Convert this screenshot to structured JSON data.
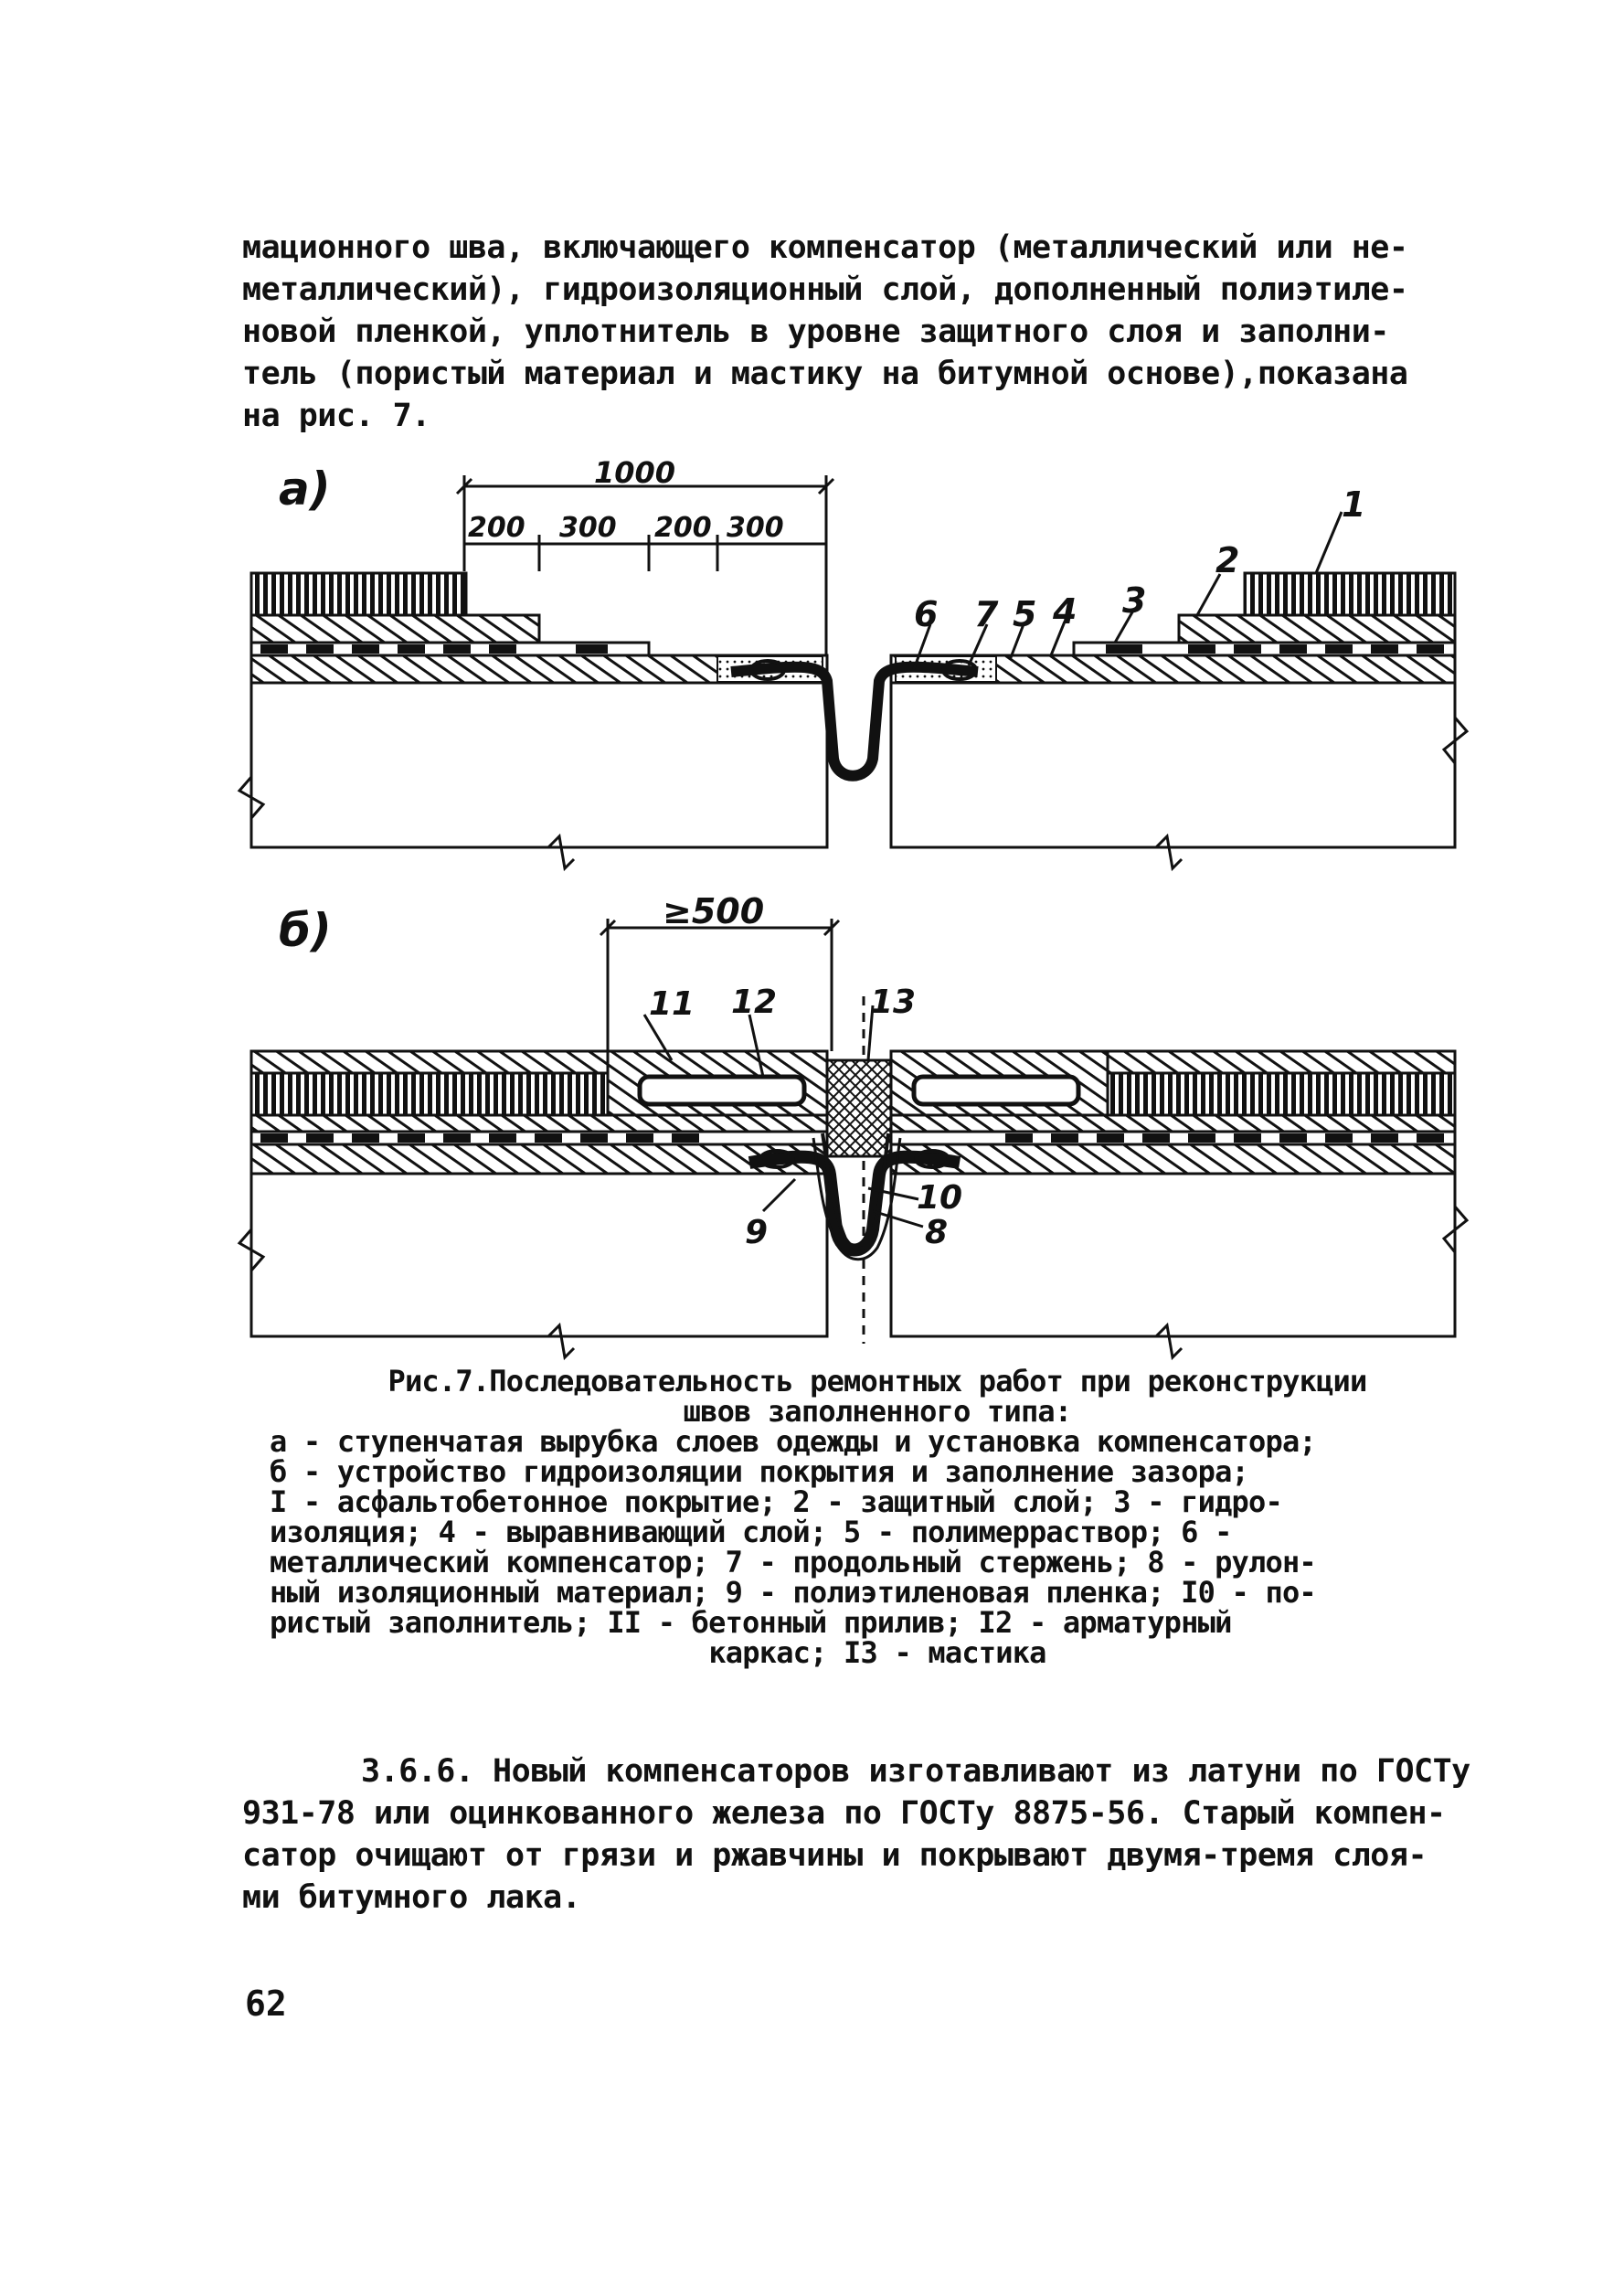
{
  "paragraph_top": [
    "мационного шва, включающего компенсатор (металлический или не-",
    "металлический), гидроизоляционный слой, дополненный полиэтиле-",
    "новой пленкой, уплотнитель в уровне защитного слоя и заполни-",
    "тель (пористый материал и мастику на битумной основе),показана",
    "на рис. 7."
  ],
  "figure": {
    "panel_a": {
      "label": "а)",
      "dimension_total": "1000",
      "dimension_parts": [
        "200",
        "300",
        "200",
        "300"
      ],
      "callouts": [
        "1",
        "2",
        "3",
        "4",
        "5",
        "6",
        "7"
      ]
    },
    "panel_b": {
      "label": "б)",
      "dimension": "≥500",
      "callouts": [
        "8",
        "9",
        "10",
        "11",
        "12",
        "13"
      ]
    }
  },
  "caption": [
    "Рис.7.Последовательность ремонтных работ при реконструкции",
    "швов заполненного типа:",
    "а - ступенчатая вырубка слоев одежды и установка компенсатора;",
    "б - устройство гидроизоляции покрытия и заполнение зазора;",
    "I - асфальтобетонное покрытие; 2 - защитный слой; 3 - гидро-",
    "изоляция; 4 - выравнивающий слой; 5 - полимерраствор; 6 -",
    "металлический компенсатор; 7 - продольный стержень; 8 - рулон-",
    "ный изоляционный материал; 9 - полиэтиленовая пленка; I0 - по-",
    "ристый заполнитель; II - бетонный прилив; I2 - арматурный",
    "каркас; I3 - мастика"
  ],
  "paragraph_bottom": [
    "3.6.6. Новый компенсаторов изготавливают из латуни по ГОСТу",
    "931-78 или оцинкованного железа по ГОСТу 8875-56. Старый компен-",
    "сатор очищают от грязи и ржавчины и покрывают двумя-тремя слоя-",
    "ми битумного лака."
  ],
  "page_number": "62"
}
